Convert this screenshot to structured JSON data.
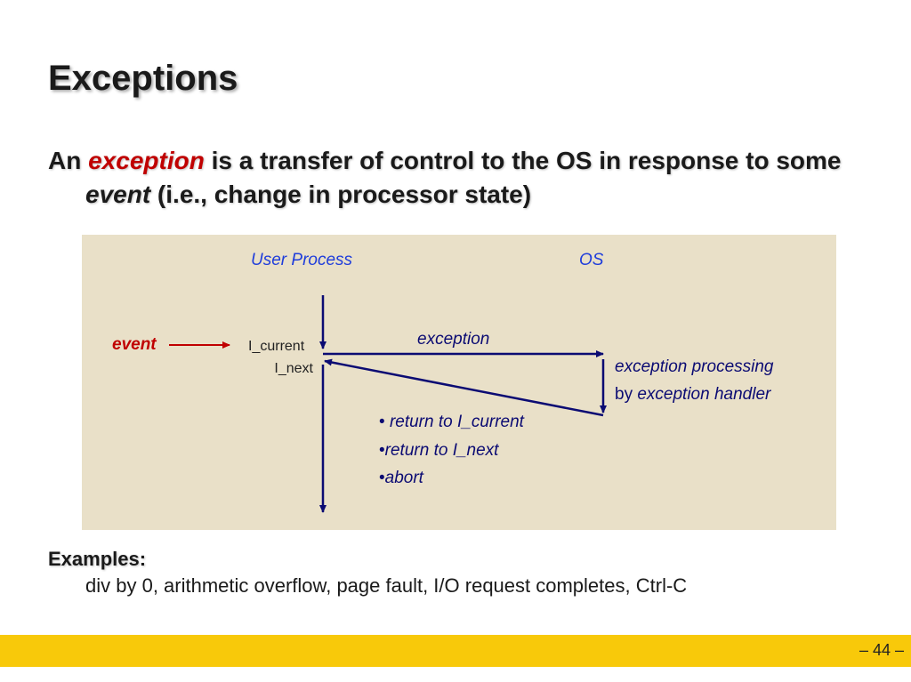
{
  "slide": {
    "title": "Exceptions",
    "bullet": {
      "part1": "An ",
      "term": "exception",
      "part2": " is a transfer of control to the OS in response to some",
      "term2": "event",
      "part3": "  (i.e., change in processor state)"
    }
  },
  "diagram": {
    "user_process": "User Process",
    "os": "OS",
    "event": "event",
    "i_current": "I_current",
    "i_next": "I_next",
    "exception": "exception",
    "processing_line1": "exception processing",
    "processing_by": "by ",
    "processing_handler": "exception handler",
    "options": [
      "return to I_current",
      "return to I_next",
      "abort"
    ],
    "colors": {
      "panel": "#e9e0c8",
      "arrow": "#0b0b73",
      "event_arrow": "#c00000",
      "label_blue": "#1f3ddb"
    }
  },
  "examples": {
    "heading": "Examples:",
    "text": "div by 0, arithmetic overflow, page fault, I/O request completes, Ctrl-C"
  },
  "footer": {
    "page_number": "– 44 –",
    "bar_color": "#f8c90a"
  }
}
